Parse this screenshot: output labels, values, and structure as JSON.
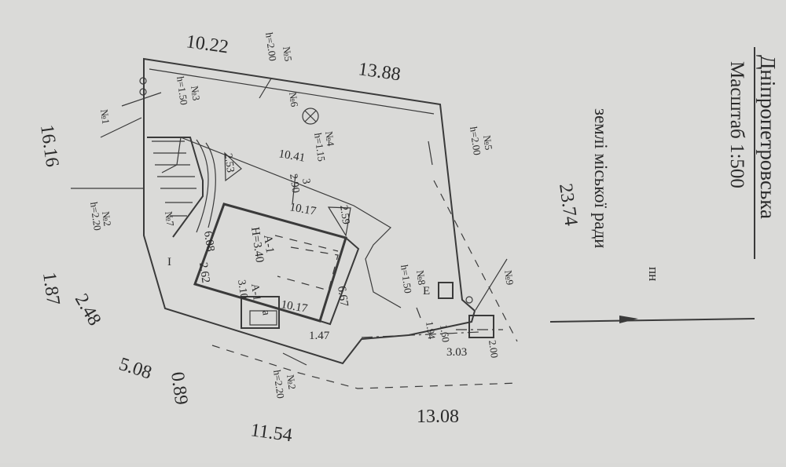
{
  "header": {
    "city": "Дніпропетровська",
    "scale": "Масштаб 1:500",
    "lands": "землі міської ради",
    "north_label": "пн"
  },
  "dimensions": {
    "top_left": "10.22",
    "top": "13.88",
    "right_long": "23.74",
    "left": "16.16",
    "left_small": "1.87",
    "left_corner": "2.48",
    "bottom_left": "5.08",
    "bottom_small": "0.89",
    "bottom": "11.54",
    "bottom_right": "13.08",
    "house_top": "10.41",
    "house_front": "10.17",
    "house_back": "10.17",
    "house_side": "6.08",
    "annex_side": "6.67",
    "house_corner": "1.47",
    "annex_width": "2.62",
    "gate_a": "3.03",
    "gate_b": "2.00",
    "gate_c": "1.94",
    "gate_d": "1.60"
  },
  "building": {
    "main_label": "А-1",
    "main_height": "Н=3.40",
    "annex_label": "А-1",
    "annex_height": "3.10",
    "small_label": "а",
    "fraction_top": "3",
    "fraction_bottom": "2.90",
    "roof_left": "2.53",
    "roof_right": "2.59",
    "yard_mark": "І",
    "e_mark": "Е"
  },
  "fences": [
    {
      "no": "№5",
      "h": "h=2.00"
    },
    {
      "no": "№3",
      "h": "h=1.50"
    },
    {
      "no": "№1",
      "h": ""
    },
    {
      "no": "№6",
      "h": ""
    },
    {
      "no": "№4",
      "h": "h=1.15"
    },
    {
      "no": "№5",
      "h": "h=2.00"
    },
    {
      "no": "№7",
      "h": ""
    },
    {
      "no": "№2",
      "h": "h=2.20"
    },
    {
      "no": "№8",
      "h": "h=1.50"
    },
    {
      "no": "№9",
      "h": ""
    },
    {
      "no": "№2",
      "h": "h=2.20"
    }
  ]
}
